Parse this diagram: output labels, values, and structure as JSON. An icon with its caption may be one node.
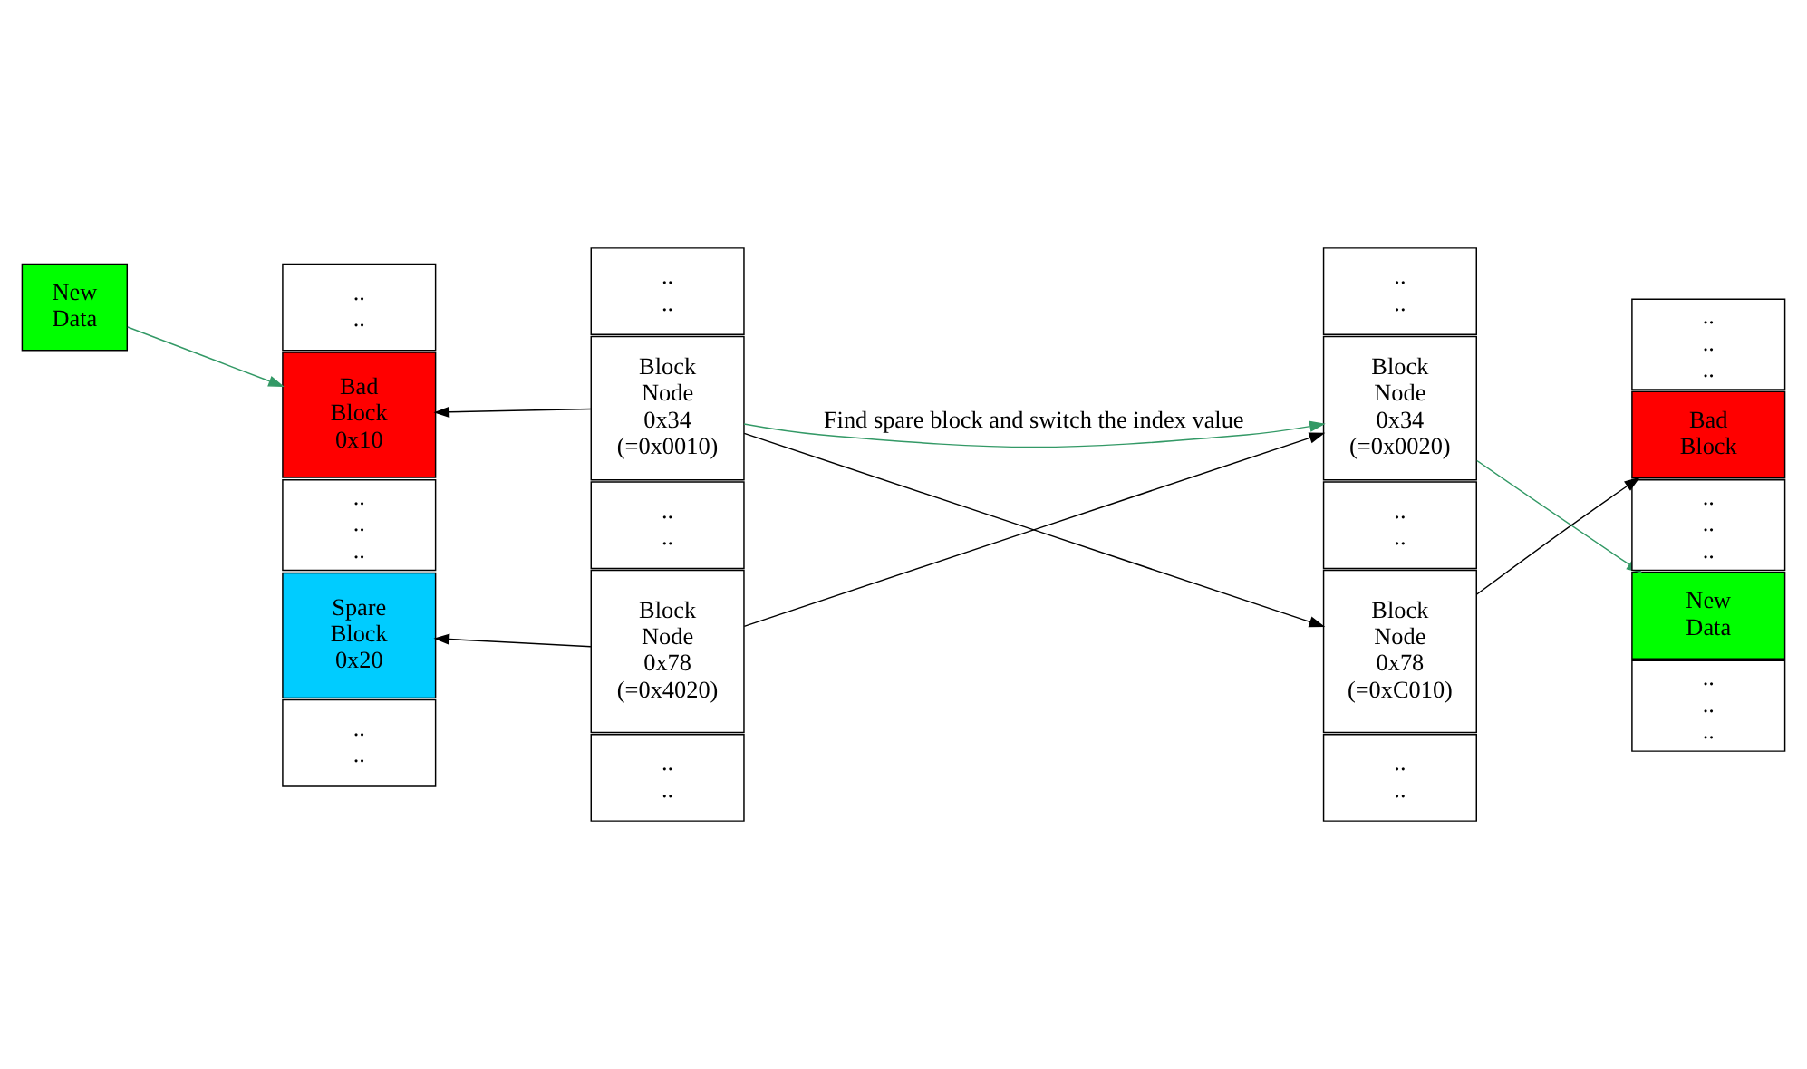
{
  "diagram": {
    "nodes": [
      {
        "text": [
          "New Data"
        ]
      },
      {
        "text": [
          ".. .."
        ]
      },
      {
        "text": [
          "Bad Block 0x10"
        ]
      },
      {
        "text": [
          ".. .. .."
        ]
      },
      {
        "text": [
          "Spare Block 0x20"
        ]
      },
      {
        "text": [
          ".. .."
        ]
      },
      {
        "text": [
          ".. .."
        ]
      },
      {
        "text": [
          "Block Node 0x34 (=0x0010)"
        ]
      },
      {
        "text": [
          ".. .."
        ]
      },
      {
        "text": [
          "Block Node 0x78 (=0x4020)"
        ]
      },
      {
        "text": [
          ".. .."
        ]
      },
      {
        "text": [
          ".. .."
        ]
      },
      {
        "text": [
          "Block Node 0x34 (=0x0020)"
        ]
      },
      {
        "text": [
          ".. .."
        ]
      },
      {
        "text": [
          "Block Node 0x78 (=0xC010)"
        ]
      },
      {
        "text": [
          ".. .."
        ]
      },
      {
        "text": [
          ".. .. .."
        ]
      },
      {
        "text": [
          "Bad Block"
        ]
      },
      {
        "text": [
          ".. .. .."
        ]
      },
      {
        "text": [
          "New Data"
        ]
      },
      {
        "text": [
          ".. .. .."
        ]
      }
    ],
    "edges": [
      {
        "from": 0,
        "to": 2,
        "arrow": "to",
        "color": "#339966"
      },
      {
        "from": 7,
        "to": 2,
        "arrow": "to"
      },
      {
        "from": 9,
        "to": 4,
        "arrow": "to"
      },
      {
        "from": 7,
        "to": 12,
        "arrow": "to",
        "label": "Find spare block and switch the index value",
        "color": "#339966"
      },
      {
        "from": 7,
        "to": 14,
        "arrow": "to"
      },
      {
        "from": 9,
        "to": 12,
        "arrow": "to"
      },
      {
        "from": 14,
        "to": 17,
        "arrow": "to"
      },
      {
        "from": 12,
        "to": 19,
        "arrow": "to",
        "color": "#339966"
      }
    ]
  }
}
